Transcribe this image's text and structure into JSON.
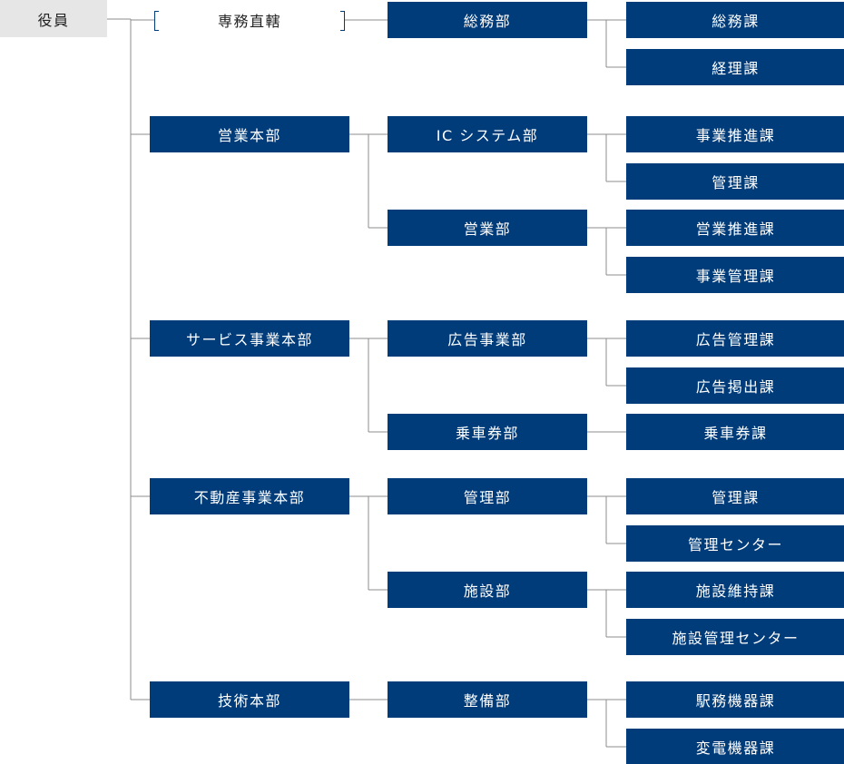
{
  "root": "役員",
  "direct_label": "専務直轄",
  "colors": {
    "box": "#003b7a",
    "root_bg": "#e6e6e6",
    "line": "#8c8c8c"
  },
  "divisions": [
    {
      "name": null,
      "direct": true,
      "depts": [
        {
          "name": "総務部",
          "sections": [
            "総務課",
            "経理課"
          ]
        }
      ]
    },
    {
      "name": "営業本部",
      "depts": [
        {
          "name": "IC システム部",
          "sections": [
            "事業推進課",
            "管理課"
          ]
        },
        {
          "name": "営業部",
          "sections": [
            "営業推進課",
            "事業管理課"
          ]
        }
      ]
    },
    {
      "name": "サービス事業本部",
      "depts": [
        {
          "name": "広告事業部",
          "sections": [
            "広告管理課",
            "広告掲出課"
          ]
        },
        {
          "name": "乗車券部",
          "sections": [
            "乗車券課"
          ]
        }
      ]
    },
    {
      "name": "不動産事業本部",
      "depts": [
        {
          "name": "管理部",
          "sections": [
            "管理課",
            "管理センター"
          ]
        },
        {
          "name": "施設部",
          "sections": [
            "施設維持課",
            "施設管理センター"
          ]
        }
      ]
    },
    {
      "name": "技術本部",
      "depts": [
        {
          "name": "整備部",
          "sections": [
            "駅務機器課",
            "変電機器課"
          ]
        }
      ]
    }
  ]
}
